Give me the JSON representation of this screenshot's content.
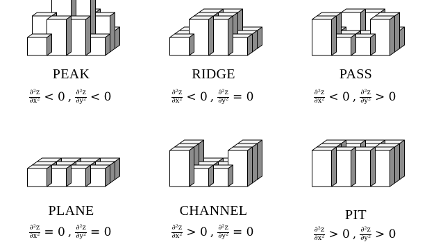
{
  "panels": [
    {
      "id": "peak",
      "title": "PEAK",
      "heights": [
        [
          1,
          2,
          2,
          1
        ],
        [
          2,
          3,
          3,
          2
        ],
        [
          1,
          2,
          2,
          1
        ]
      ],
      "cond": {
        "t1": "∂²z/∂x²",
        "r1": "< 0",
        "t2": "∂²z/∂y²",
        "r2": "< 0"
      }
    },
    {
      "id": "ridge",
      "title": "RIDGE",
      "heights": [
        [
          1,
          2,
          2,
          1
        ],
        [
          1,
          2,
          2,
          1
        ],
        [
          1,
          2,
          2,
          1
        ]
      ],
      "cond": {
        "t1": "∂²z/∂x²",
        "r1": "< 0",
        "t2": "∂²z/∂y²",
        "r2": "= 0"
      }
    },
    {
      "id": "pass",
      "title": "PASS",
      "heights": [
        [
          2,
          1,
          1,
          2
        ],
        [
          2,
          1,
          1,
          2
        ],
        [
          1,
          2,
          2,
          1
        ]
      ],
      "cond": {
        "t1": "∂²z/∂x²",
        "r1": "< 0",
        "t2": "∂²z/∂y²",
        "r2": "> 0"
      }
    },
    {
      "id": "plane",
      "title": "PLANE",
      "heights": [
        [
          1,
          1,
          1,
          1
        ],
        [
          1,
          1,
          1,
          1
        ],
        [
          1,
          1,
          1,
          1
        ]
      ],
      "cond": {
        "t1": "∂²z/∂x²",
        "r1": "= 0",
        "t2": "∂²z/∂y²",
        "r2": "= 0"
      }
    },
    {
      "id": "channel",
      "title": "CHANNEL",
      "heights": [
        [
          2,
          1,
          1,
          2
        ],
        [
          2,
          1,
          1,
          2
        ],
        [
          2,
          1,
          1,
          2
        ]
      ],
      "cond": {
        "t1": "∂²z/∂x²",
        "r1": "> 0",
        "t2": "∂²z/∂y²",
        "r2": "= 0"
      }
    },
    {
      "id": "pit",
      "title": "PIT",
      "heights": [
        [
          2,
          2,
          2,
          2
        ],
        [
          2,
          1,
          1,
          2
        ],
        [
          2,
          2,
          2,
          2
        ]
      ],
      "cond": {
        "t1": "∂²z/∂x²",
        "r1": "> 0",
        "t2": "∂²z/∂y²",
        "r2": "> 0"
      }
    }
  ],
  "colors": {
    "front": "#ffffff",
    "top": "#f3f3f3",
    "side": "#8c8c8c",
    "stroke": "#000000"
  }
}
